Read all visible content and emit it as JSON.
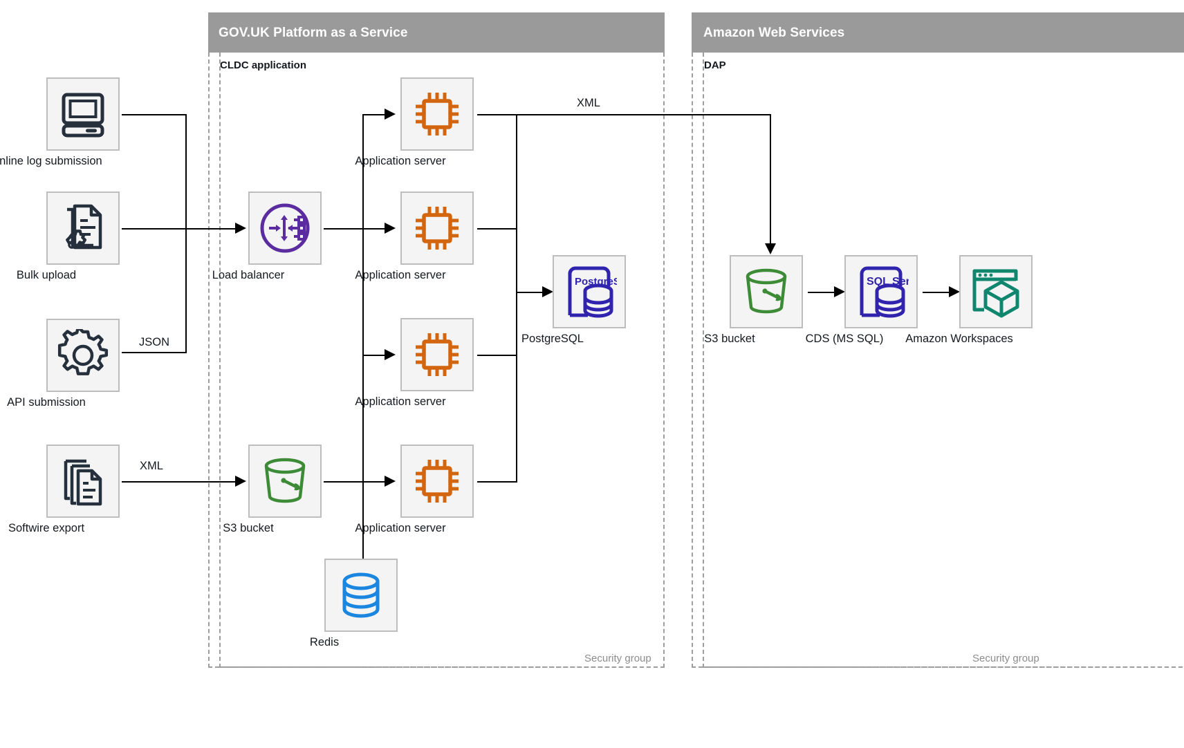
{
  "groups": [
    {
      "id": "paas",
      "title": "GOV.UK Platform as a Service",
      "sublabel": "CLDC application",
      "security_label": "Security group"
    },
    {
      "id": "aws",
      "title": "Amazon Web Services",
      "sublabel": "DAP",
      "security_label": "Security group"
    }
  ],
  "nodes": {
    "online_log": {
      "label": "Online log submission",
      "icon": "desktop-computer-icon"
    },
    "bulk_upload": {
      "label": "Bulk upload",
      "icon": "document-gear-icon"
    },
    "api_submission": {
      "label": "API submission",
      "icon": "gear-icon"
    },
    "softwire_export": {
      "label": "Softwire export",
      "icon": "document-stack-icon"
    },
    "load_balancer": {
      "label": "Load balancer",
      "icon": "load-balancer-icon"
    },
    "app_server_1": {
      "label": "Application server",
      "icon": "cpu-chip-icon"
    },
    "app_server_2": {
      "label": "Application server",
      "icon": "cpu-chip-icon"
    },
    "app_server_3": {
      "label": "Application server",
      "icon": "cpu-chip-icon"
    },
    "app_server_4": {
      "label": "Application server",
      "icon": "cpu-chip-icon"
    },
    "postgresql": {
      "label": "PostgreSQL",
      "icon": "postgresql-database-icon",
      "badge": "PostgreSQL"
    },
    "s3_paas": {
      "label": "S3 bucket",
      "icon": "s3-bucket-icon"
    },
    "redis": {
      "label": "Redis",
      "icon": "redis-database-icon"
    },
    "s3_aws": {
      "label": "S3 bucket",
      "icon": "s3-bucket-icon"
    },
    "cds": {
      "label": "CDS (MS SQL)",
      "icon": "sql-server-database-icon",
      "badge": "SQL Server"
    },
    "workspaces": {
      "label": "Amazon Workspaces",
      "icon": "amazon-workspaces-icon"
    }
  },
  "edge_labels": {
    "api_json": "JSON",
    "softwire_xml": "XML",
    "appserver_xml": "XML"
  },
  "colors": {
    "band": "#9a9a9a",
    "node_fill": "#f4f4f4",
    "node_border": "#bdbdbd",
    "dark_navy": "#26303c",
    "orange": "#d4650f",
    "purple": "#5a2ca0",
    "blue": "#3023ae",
    "green": "#3d8b37",
    "redis_blue": "#1a86e0",
    "teal": "#11866f",
    "line": "#000000"
  }
}
